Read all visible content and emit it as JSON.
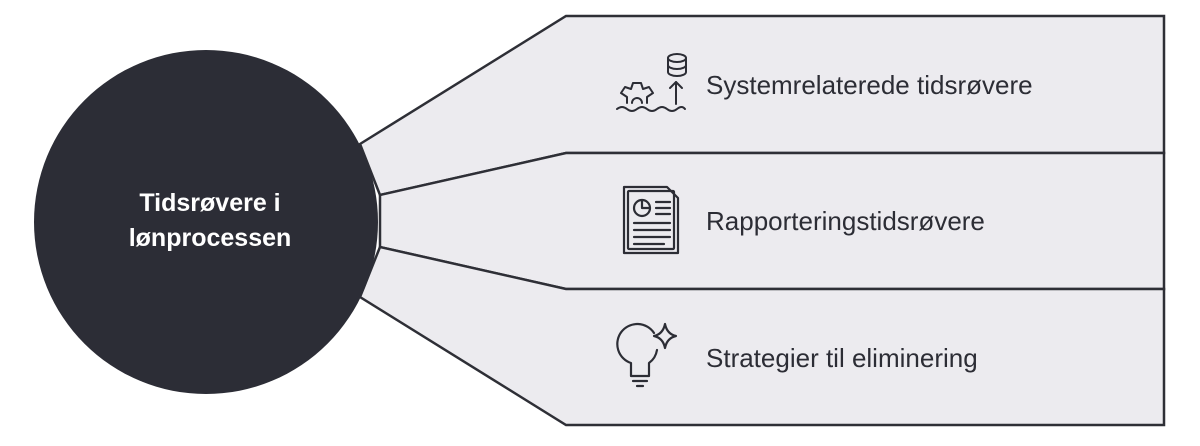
{
  "colors": {
    "hub_fill": "#2c2d36",
    "hub_text": "#ffffff",
    "panel_fill": "#ecebef",
    "panel_stroke": "#2e2f36",
    "label_text": "#2c2d35",
    "icon_stroke": "#2c2d35"
  },
  "hub": {
    "line1": "Tidsrøvere i",
    "line2": "lønprocessen"
  },
  "branches": [
    {
      "label": "Systemrelaterede tidsrøvere",
      "icon": "system-gear-database-icon"
    },
    {
      "label": "Rapporteringstidsrøvere",
      "icon": "report-document-icon"
    },
    {
      "label": "Strategier til eliminering",
      "icon": "lightbulb-sparkle-icon"
    }
  ]
}
